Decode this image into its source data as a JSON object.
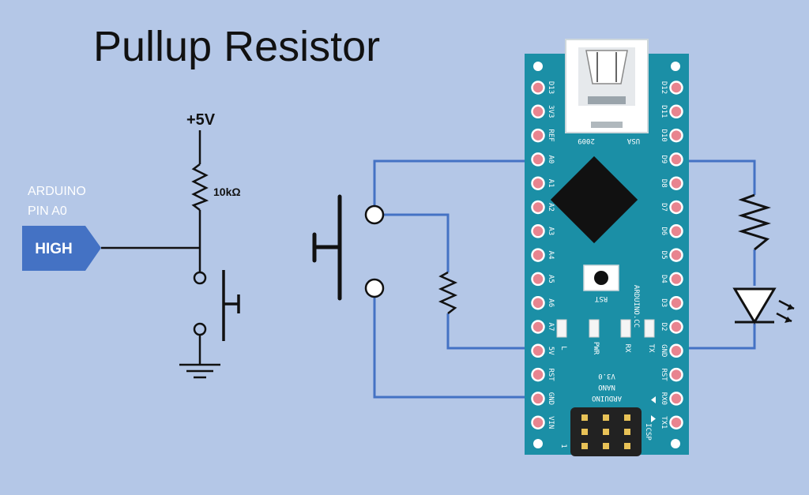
{
  "title": "Pullup Resistor",
  "schematic": {
    "supply_label": "+5V",
    "resistor_label": "10kΩ",
    "pin_label_line1": "ARDUINO",
    "pin_label_line2": "PIN A0",
    "signal_state": "HIGH"
  },
  "board": {
    "left_pins": [
      "D13",
      "3V3",
      "REF",
      "A0",
      "A1",
      "A2",
      "A3",
      "A4",
      "A5",
      "A6",
      "A7",
      "5V",
      "RST",
      "GND",
      "VIN"
    ],
    "right_pins": [
      "D12",
      "D11",
      "D10",
      "D9",
      "D8",
      "D7",
      "D6",
      "D5",
      "D4",
      "D3",
      "D2",
      "GND",
      "RST",
      "RX0",
      "TX1"
    ],
    "usb_year": "2009",
    "usb_country": "USA",
    "reset_label": "RST",
    "website": "ARDUINO.CC",
    "led_labels": [
      "L",
      "PWR",
      "RX",
      "TX"
    ],
    "name_lines": [
      "ARDUINO",
      "NANO",
      "V3.0"
    ],
    "icsp_label": "ICSP",
    "icsp_pin1": "1"
  },
  "colors": {
    "background": "#b4c7e7",
    "board": "#1b8fa6",
    "wire": "#4472c4",
    "signal_tag": "#4472c4",
    "pin_pad": "#e8848f"
  }
}
